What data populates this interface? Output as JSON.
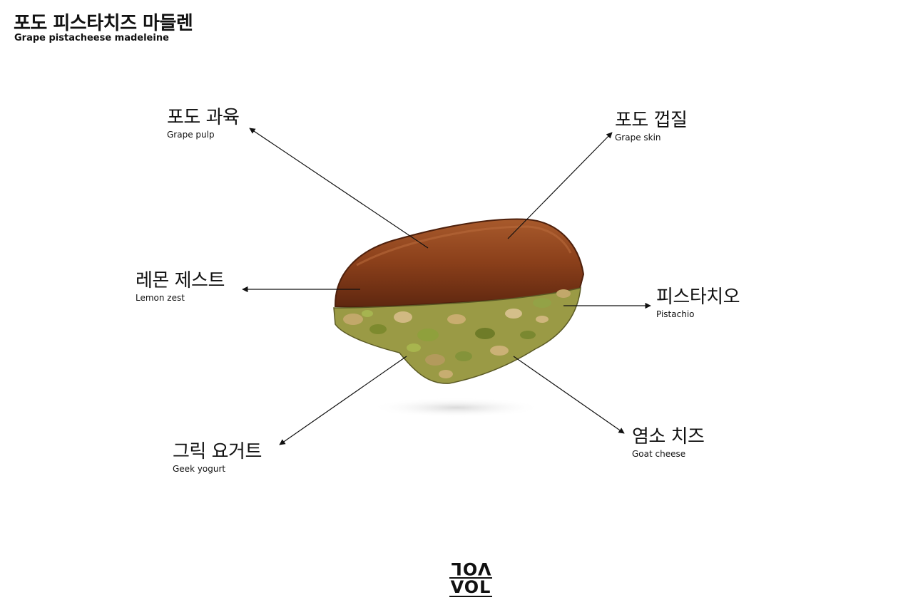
{
  "title": {
    "ko": "포도 피스타치즈 마들렌",
    "en": "Grape pistacheese madeleine"
  },
  "labels": {
    "grape_pulp": {
      "ko": "포도 과육",
      "en": "Grape pulp"
    },
    "grape_skin": {
      "ko": "포도 껍질",
      "en": "Grape skin"
    },
    "lemon_zest": {
      "ko": "레몬 제스트",
      "en": "Lemon zest"
    },
    "pistachio": {
      "ko": "피스타치오",
      "en": "Pistachio"
    },
    "greek_yogurt": {
      "ko": "그릭 요거트",
      "en": "Geek yogurt"
    },
    "goat_cheese": {
      "ko": "염소 치즈",
      "en": "Goat cheese"
    }
  },
  "logo": {
    "top": "VOL",
    "bottom": "VOL"
  },
  "colors": {
    "cake_dark": "#6e2f12",
    "cake_mid": "#9a4a20",
    "pistachio_green": "#8c9a3a",
    "pistachio_tan": "#c2a86a",
    "text": "#111111"
  }
}
